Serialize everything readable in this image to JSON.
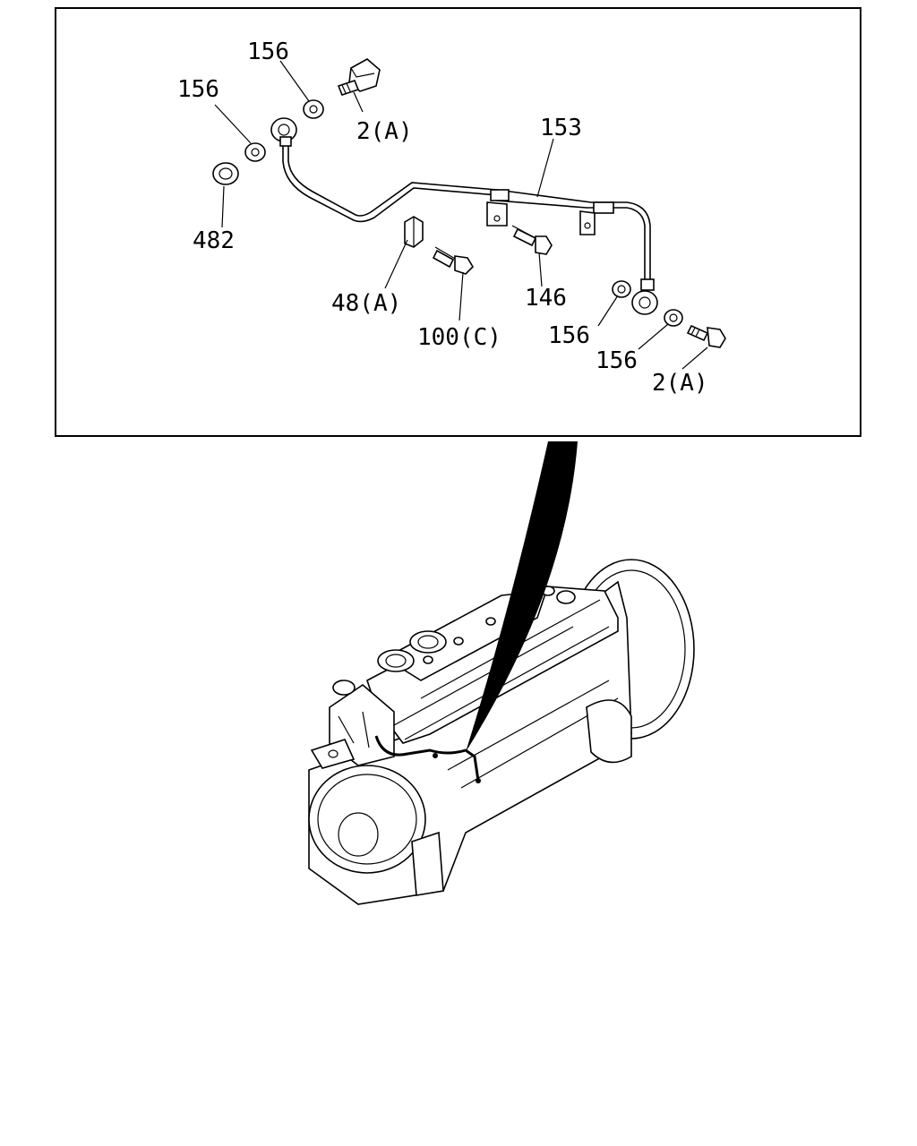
{
  "callouts": {
    "c156_top": "156",
    "c156_left": "156",
    "c2a_top": "2(A)",
    "c482": "482",
    "c153": "153",
    "c146": "146",
    "c48a": "48(A)",
    "c100c": "100(C)",
    "c156_right1": "156",
    "c156_right2": "156",
    "c2a_right": "2(A)"
  },
  "colors": {
    "line": "#000000",
    "background": "#ffffff"
  }
}
